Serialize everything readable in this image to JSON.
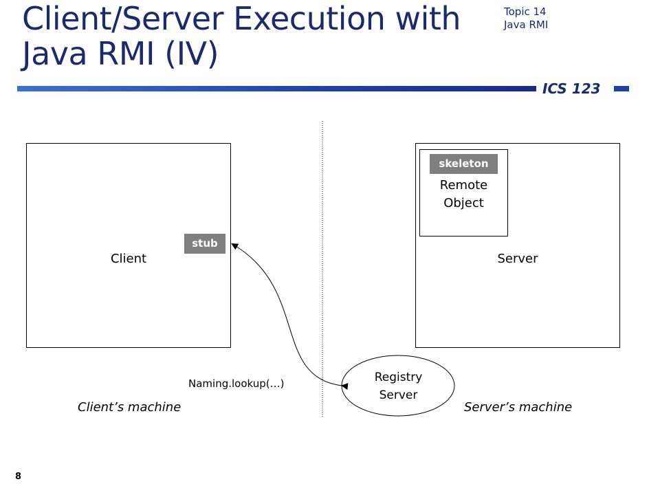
{
  "header": {
    "title": "Client/Server Execution with Java RMI (IV)",
    "topic_line1": "Topic 14",
    "topic_line2": "Java RMI",
    "course": "ICS 123"
  },
  "diagram": {
    "client_label": "Client",
    "server_label": "Server",
    "stub_label": "stub",
    "skeleton_label": "skeleton",
    "remote_object_line1": "Remote",
    "remote_object_line2": "Object",
    "registry_line1": "Registry",
    "registry_line2": "Server",
    "call_label": "Naming.lookup(…)",
    "client_machine": "Client’s machine",
    "server_machine": "Server’s machine"
  },
  "footer": {
    "page_number": "8"
  },
  "colors": {
    "title": "#1a2a6c",
    "rule": "#1f3fae",
    "tag": "#7f7f7f"
  }
}
